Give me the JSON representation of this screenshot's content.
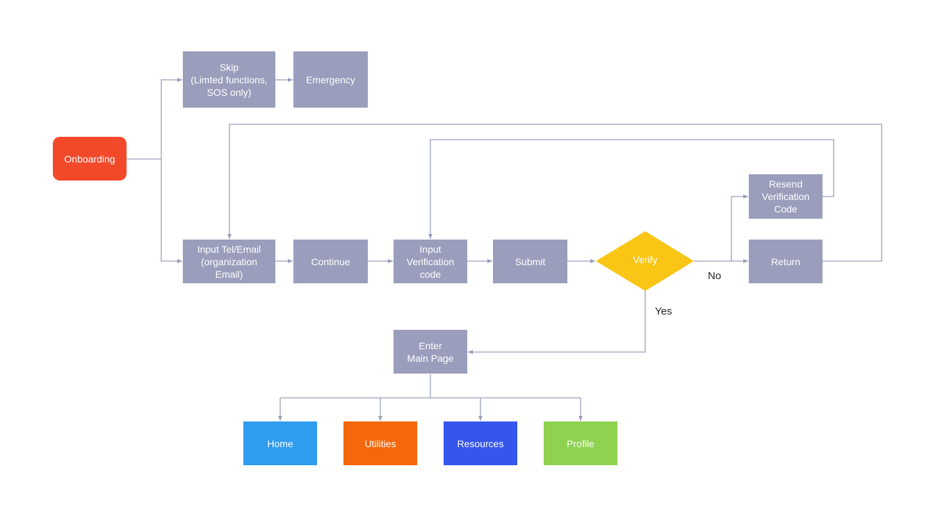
{
  "colors": {
    "process": "#9a9dbb",
    "start": "#f2492a",
    "decision": "#f9c616",
    "home": "#2f9cf0",
    "utilities": "#f5670a",
    "resources": "#3655ec",
    "profile": "#8fd24f",
    "connector": "#9a9dbb"
  },
  "nodes": {
    "onboarding": "Onboarding",
    "skip": "Skip\n(Limted functions,\nSOS only)",
    "emergency": "Emergency",
    "input_tel": "Input Tel/Email\n(organization\nEmail)",
    "continue": "Continue",
    "input_code": "Input\nVerification\ncode",
    "submit": "Submit",
    "verify": "Verify",
    "resend": "Resend\nVerification\nCode",
    "return": "Return",
    "enter_main": "Enter\nMain Page",
    "home": "Home",
    "utilities": "Utilities",
    "resources": "Resources",
    "profile": "Profile"
  },
  "edge_labels": {
    "no": "No",
    "yes": "Yes"
  }
}
